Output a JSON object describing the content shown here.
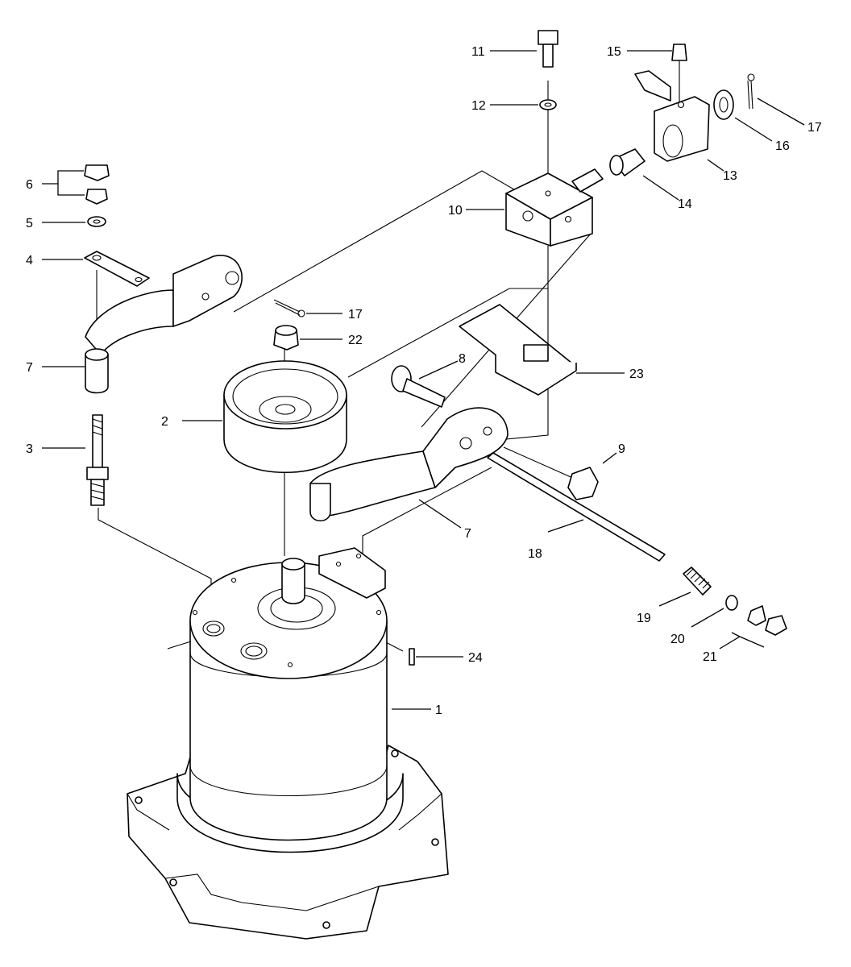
{
  "diagram": {
    "callouts": [
      {
        "id": "c1",
        "text": "1"
      },
      {
        "id": "c2",
        "text": "2"
      },
      {
        "id": "c3",
        "text": "3"
      },
      {
        "id": "c4",
        "text": "4"
      },
      {
        "id": "c5",
        "text": "5"
      },
      {
        "id": "c6",
        "text": "6"
      },
      {
        "id": "c7a",
        "text": "7"
      },
      {
        "id": "c7b",
        "text": "7"
      },
      {
        "id": "c8",
        "text": "8"
      },
      {
        "id": "c9",
        "text": "9"
      },
      {
        "id": "c10",
        "text": "10"
      },
      {
        "id": "c11",
        "text": "11"
      },
      {
        "id": "c12",
        "text": "12"
      },
      {
        "id": "c13",
        "text": "13"
      },
      {
        "id": "c14",
        "text": "14"
      },
      {
        "id": "c15",
        "text": "15"
      },
      {
        "id": "c16",
        "text": "16"
      },
      {
        "id": "c17a",
        "text": "17"
      },
      {
        "id": "c17b",
        "text": "17"
      },
      {
        "id": "c18",
        "text": "18"
      },
      {
        "id": "c19",
        "text": "19"
      },
      {
        "id": "c20",
        "text": "20"
      },
      {
        "id": "c21",
        "text": "21"
      },
      {
        "id": "c22",
        "text": "22"
      },
      {
        "id": "c23",
        "text": "23"
      },
      {
        "id": "c24",
        "text": "24"
      }
    ]
  }
}
